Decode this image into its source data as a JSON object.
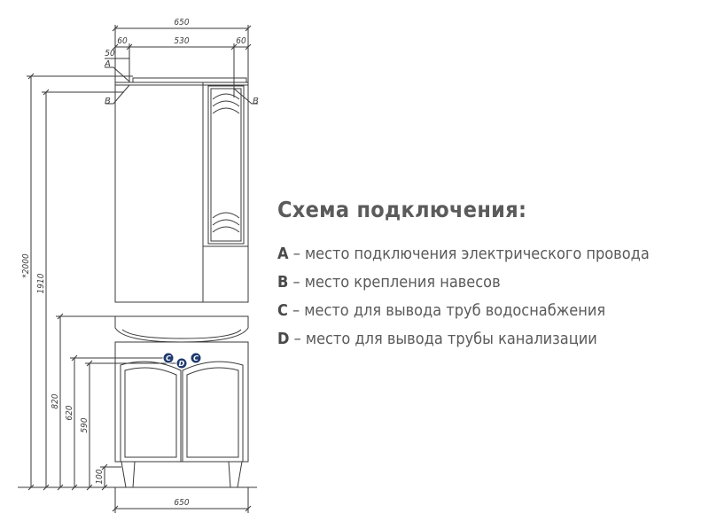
{
  "legend": {
    "title": "Схема подключения:",
    "items": [
      {
        "key": "A",
        "text": "– место подключения электрического провода"
      },
      {
        "key": "B",
        "text": "– место крепления навесов"
      },
      {
        "key": "C",
        "text": "– место для вывода труб водоснабжения"
      },
      {
        "key": "D",
        "text": "– место для вывода трубы канализации"
      }
    ]
  },
  "dimensions": {
    "top_total": "650",
    "top_left": "60",
    "top_middle": "530",
    "top_right": "60",
    "offset_50": "50",
    "height_total": "*2000",
    "height_mirror": "1910",
    "height_820": "820",
    "height_620": "620",
    "height_590": "590",
    "height_100": "100",
    "bottom_total": "650"
  },
  "markers": {
    "a": "A",
    "b_left": "B",
    "b_right": "B",
    "c_left": "C",
    "c_right": "C",
    "d": "D"
  },
  "colors": {
    "line": "#3a3a3a",
    "marker_fill": "#1f3a6e",
    "text": "#5a5a5a"
  }
}
